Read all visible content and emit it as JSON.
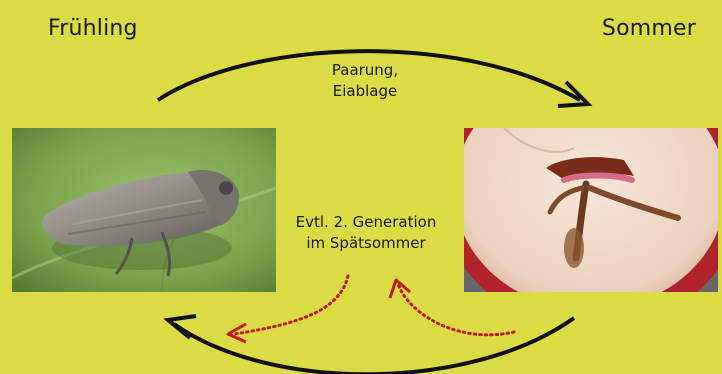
{
  "seasons": {
    "left": "Frühling",
    "right": "Sommer"
  },
  "arrows": {
    "top_label_line1": "Paarung,",
    "top_label_line2": "Eiablage",
    "middle_label_line1": "Evtl. 2. Generation",
    "middle_label_line2": "im Spätsommer"
  },
  "colors": {
    "background": "#dbdc45",
    "cycle_arrow": "#111111",
    "dotted_arrow": "#c0191e"
  },
  "icons": {
    "left_photo": "moth-photo",
    "right_photo": "cut-apple-with-larva-photo"
  }
}
